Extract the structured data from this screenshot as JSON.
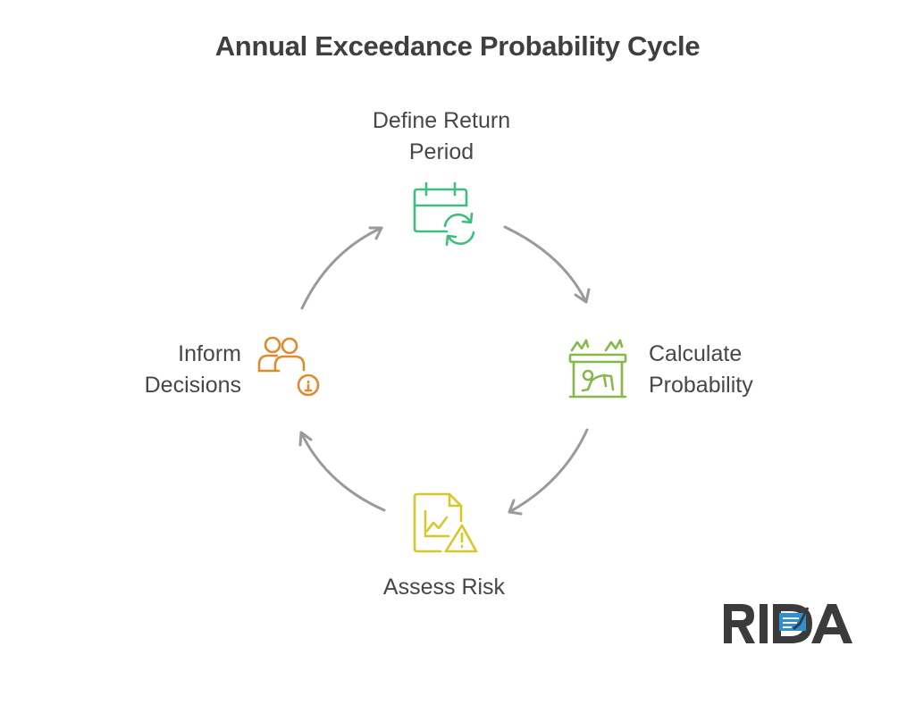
{
  "title": "Annual Exceedance Probability Cycle",
  "steps": [
    {
      "line1": "Define Return",
      "line2": "Period",
      "icon": "calendar-refresh-icon",
      "color": "#3fbf7f"
    },
    {
      "line1": "Calculate",
      "line2": "Probability",
      "icon": "cliff-fall-warning-icon",
      "color": "#86b84a"
    },
    {
      "line1": "Assess Risk",
      "icon": "document-chart-warning-icon",
      "color": "#d6c82a"
    },
    {
      "line1": "Inform",
      "line2": "Decisions",
      "icon": "users-info-icon",
      "color": "#e08a2e"
    }
  ],
  "logo": {
    "text": "RIDA",
    "icon": "rida-logo",
    "colors": {
      "text": "#3b3b3b",
      "accent": "#2e8fd1"
    }
  }
}
